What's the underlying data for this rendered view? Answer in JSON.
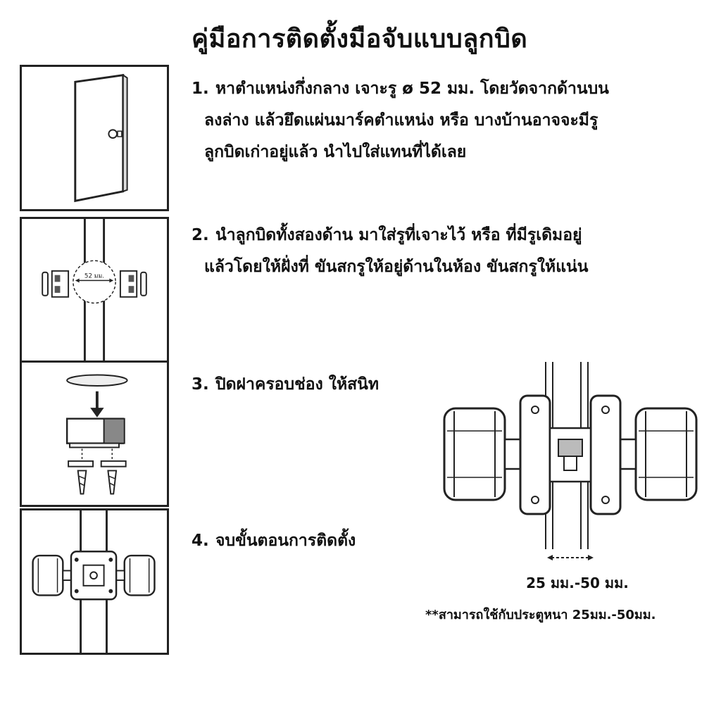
{
  "title": "คู่มือการติดตั้งมือจับแบบลูกบิด",
  "steps": [
    {
      "number": "1.",
      "lines": [
        "หาตำแหน่งกึ่งกลาง เจาะรู ø 52 มม. โดยวัดจากด้านบน",
        "ลงล่าง แล้วยึดแผ่นมาร์คตำแหน่ง หรือ บางบ้านอาจจะมีรู",
        "ลูกบิดเก่าอยู่แล้ว  นำไปใส่แทนที่ได้เลย"
      ]
    },
    {
      "number": "2.",
      "lines": [
        "นำลูกบิดทั้งสองด้าน มาใส่รูที่เจาะไว้  หรือ  ที่มีรูเดิมอยู่",
        "แล้วโดยให้ฝั่งที่  ขันสกรูให้อยู่ด้านในห้อง  ขันสกรูให้แน่น"
      ]
    },
    {
      "number": "3.",
      "lines": [
        "ปิดฝาครอบช่อง  ให้สนิท"
      ]
    },
    {
      "number": "4.",
      "lines": [
        "จบขั้นตอนการติดตั้ง"
      ]
    }
  ],
  "panel2_hole_label": "52 มม.",
  "measure_label": "25 มม.-50 มม.",
  "note": "**สามารถใช้กับประตูหนา 25มม.-50มม."
}
